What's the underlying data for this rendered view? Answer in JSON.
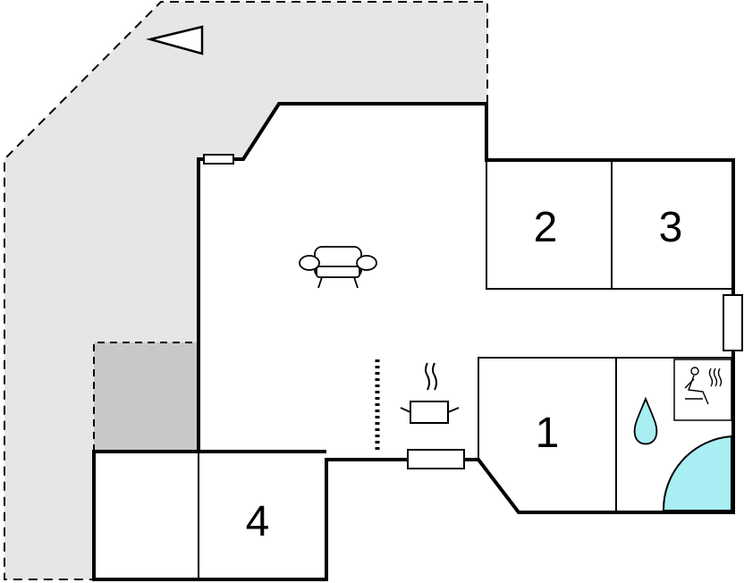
{
  "rooms": [
    {
      "id": "room-1",
      "label": "1"
    },
    {
      "id": "room-2",
      "label": "2"
    },
    {
      "id": "room-3",
      "label": "3"
    },
    {
      "id": "room-4",
      "label": "4"
    }
  ],
  "icons": {
    "north_arrow": "triangle-arrow-icon",
    "living": "sofa-icon",
    "kitchen": "cooking-pot-icon",
    "bathroom": "water-drop-icon",
    "sauna": "sauna-icon",
    "shower": "shower-quarter-circle-icon"
  },
  "colors": {
    "wall": "#000000",
    "outdoor_area": "#e6e6e6",
    "covered_area": "#c8c8c8",
    "water": "#a8eef2",
    "background": "#ffffff"
  }
}
